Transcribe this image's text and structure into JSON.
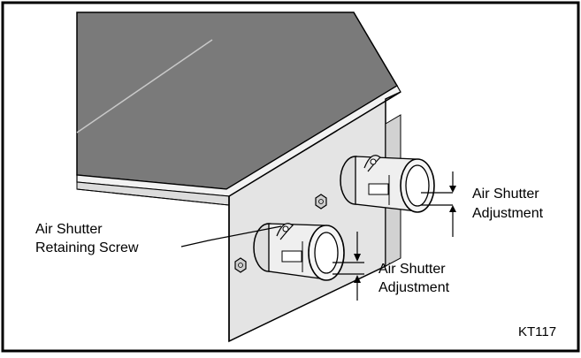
{
  "diagram": {
    "labels": {
      "retaining_screw_line1": "Air Shutter",
      "retaining_screw_line2": "Retaining Screw",
      "adjustment_right_line1": "Air Shutter",
      "adjustment_right_line2": "Adjustment",
      "adjustment_lower_line1": "Air Shutter",
      "adjustment_lower_line2": "Adjustment",
      "figure_code": "KT117"
    },
    "colors": {
      "frame": "#000000",
      "top_surface": "#7a7a7a",
      "side_panel": "#e4e4e4",
      "background": "#ffffff"
    }
  }
}
